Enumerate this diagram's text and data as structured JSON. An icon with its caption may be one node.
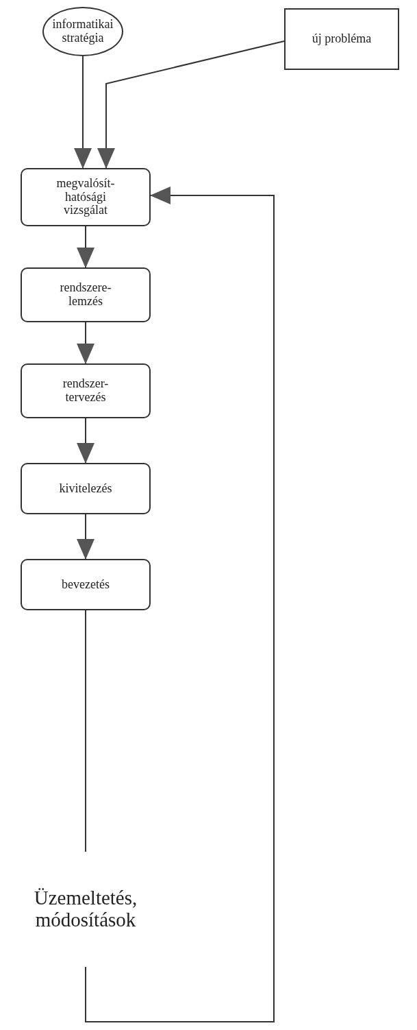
{
  "diagram": {
    "nodes": [
      {
        "text": [
          "informatikai stratégia"
        ]
      },
      {
        "text": [
          "új probléma"
        ]
      },
      {
        "text": [
          "megvalósít- hatósági vizsgálat"
        ]
      },
      {
        "text": [
          "rendszere- lemzés"
        ]
      },
      {
        "text": [
          "rendszer- tervezés"
        ]
      },
      {
        "text": [
          "kivitelezés"
        ]
      },
      {
        "text": [
          "bevezetés"
        ]
      },
      {
        "text": [
          "Üzemeltetés, módosítások"
        ]
      }
    ],
    "edges": [
      {
        "from": 0,
        "to": 2,
        "arrow": "to"
      },
      {
        "from": 1,
        "to": 2,
        "arrow": "to"
      },
      {
        "from": 2,
        "to": 3,
        "arrow": "to"
      },
      {
        "from": 3,
        "to": 4,
        "arrow": "to"
      },
      {
        "from": 4,
        "to": 5,
        "arrow": "to"
      },
      {
        "from": 5,
        "to": 6,
        "arrow": "to"
      },
      {
        "from": 6,
        "to": 7,
        "arrow": "none"
      },
      {
        "from": 7,
        "to": 2,
        "arrow": "to"
      }
    ]
  }
}
